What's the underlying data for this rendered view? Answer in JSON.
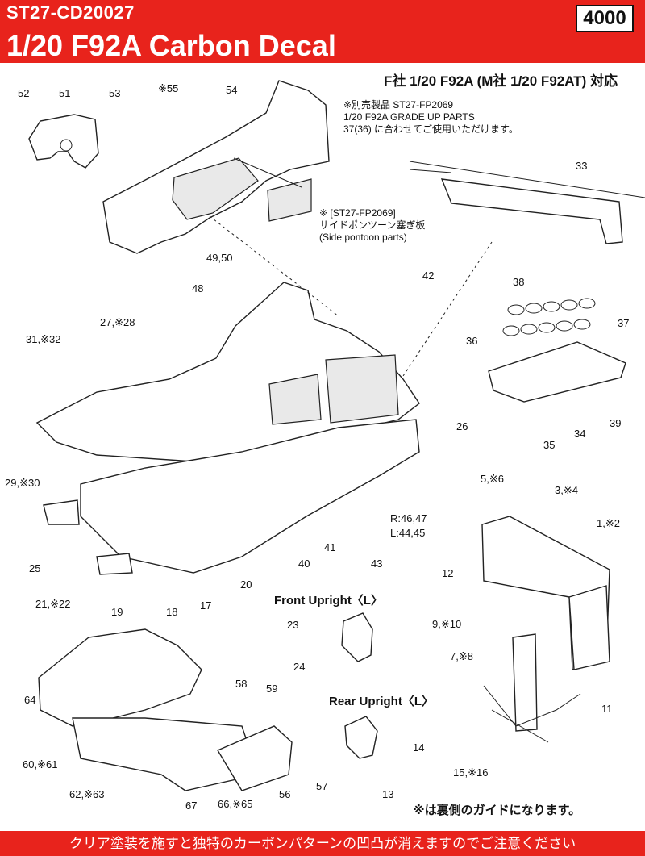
{
  "header": {
    "product_code": "ST27-CD20027",
    "title": "1/20  F92A Carbon Decal",
    "price": "4000",
    "compat": "F社 1/20  F92A (M社 1/20  F92AT) 対応"
  },
  "note": {
    "line1": "※別売製品 ST27-FP2069",
    "line2": "1/20 F92A GRADE UP PARTS",
    "line3": "37(36) に合わせてご使用いただけます。"
  },
  "side_pontoon": {
    "line1": "※ [ST27-FP2069]",
    "line2": "サイドポンツーン塞ぎ板",
    "line3": "(Side pontoon parts)"
  },
  "headings": {
    "front_upright": "Front Upright〈L〉",
    "rear_upright": "Rear Upright〈L〉"
  },
  "labels": {
    "l52": "52",
    "l51": "51",
    "l53": "53",
    "l55": "※55",
    "l54": "54",
    "l33": "33",
    "l4950": "49,50",
    "l42": "42",
    "l48": "48",
    "l2728": "27,※28",
    "l3132": "31,※32",
    "l38": "38",
    "l36": "36",
    "l37": "37",
    "l35": "35",
    "l34": "34",
    "l39": "39",
    "l26": "26",
    "l2930": "29,※30",
    "l25": "25",
    "l2122": "21,※22",
    "l19": "19",
    "l18": "18",
    "l17": "17",
    "l20": "20",
    "l40": "40",
    "l41": "41",
    "l43": "43",
    "lr": "R:46,47",
    "ll": "L:44,45",
    "l56": "5,※6",
    "l34b": "3,※4",
    "l12": "1,※2",
    "l12b": "12",
    "l910": "9,※10",
    "l78": "7,※8",
    "l11": "11",
    "l1516": "15,※16",
    "l23": "23",
    "l24": "24",
    "l14": "14",
    "l13": "13",
    "l64": "64",
    "l58": "58",
    "l59": "59",
    "l6061": "60,※61",
    "l6263": "62,※63",
    "l67": "67",
    "l6665": "66,※65",
    "l56b": "56",
    "l57": "57"
  },
  "guide": "※は裏側のガイドになります。",
  "footer": "クリア塗装を施すと独特のカーボンパターンの凹凸が消えますのでご注意ください"
}
